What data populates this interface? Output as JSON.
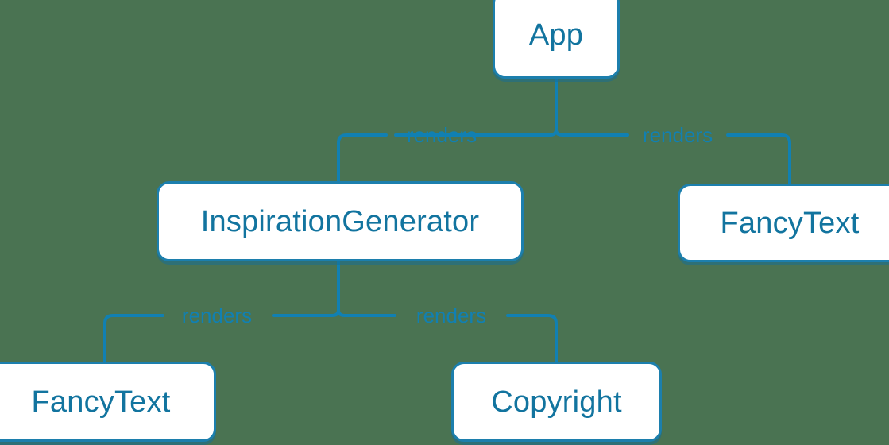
{
  "diagram": {
    "type": "component-tree",
    "background_color": "#4a7352",
    "node_fill": "#ffffff",
    "node_border_color": "#1c7fad",
    "node_text_color": "#12749f",
    "edge_color": "#1180b2",
    "edge_label_color": "#1180b2",
    "nodes": [
      {
        "id": "app",
        "label": "App"
      },
      {
        "id": "inspiration_generator",
        "label": "InspirationGenerator"
      },
      {
        "id": "fancy_text_right",
        "label": "FancyText"
      },
      {
        "id": "fancy_text_left",
        "label": "FancyText"
      },
      {
        "id": "copyright",
        "label": "Copyright"
      }
    ],
    "edges": [
      {
        "from": "app",
        "to": "inspiration_generator",
        "label": "renders"
      },
      {
        "from": "app",
        "to": "fancy_text_right",
        "label": "renders"
      },
      {
        "from": "inspiration_generator",
        "to": "fancy_text_left",
        "label": "renders"
      },
      {
        "from": "inspiration_generator",
        "to": "copyright",
        "label": "renders"
      }
    ],
    "edge_labels": [
      {
        "id": "app-to-inspgen",
        "text": "renders"
      },
      {
        "id": "app-to-fancytext-right",
        "text": "renders"
      },
      {
        "id": "inspgen-to-fancytext-left",
        "text": "renders"
      },
      {
        "id": "inspgen-to-copyright",
        "text": "renders"
      }
    ]
  }
}
